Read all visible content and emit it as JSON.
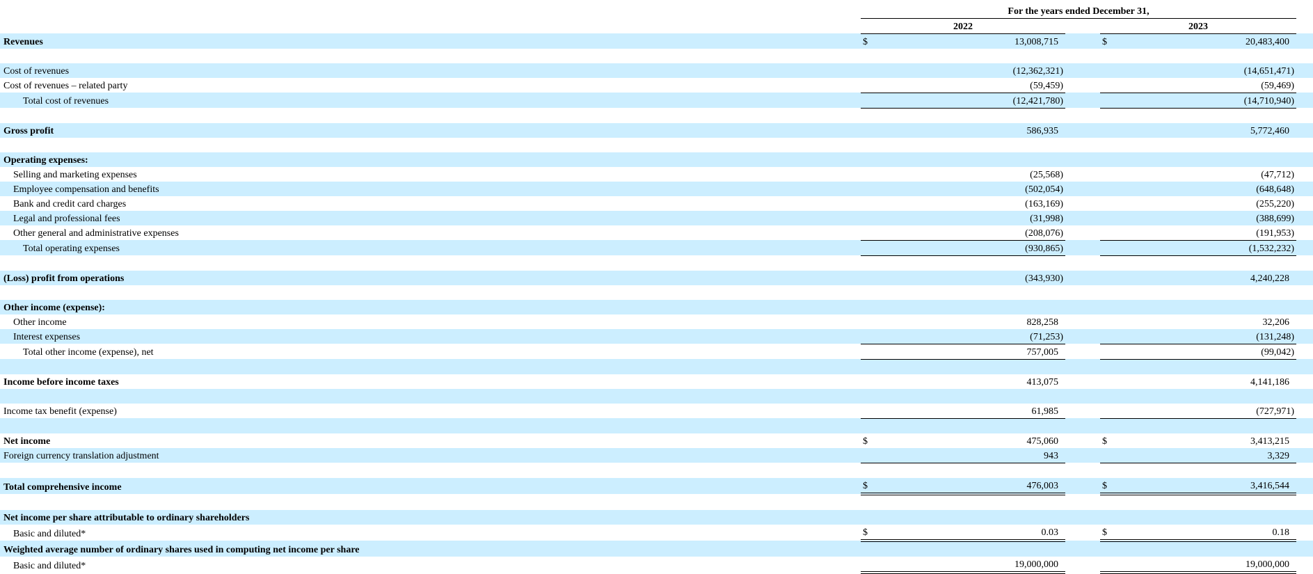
{
  "header": {
    "period_title": "For the years ended December 31,",
    "year_2022": "2022",
    "year_2023": "2023"
  },
  "colors": {
    "row_stripe_blue": "#CCEEFF",
    "row_white": "#FFFFFF",
    "rule_color": "#000000",
    "text_color": "#000000"
  },
  "rows": [
    {
      "label": "Revenues",
      "bold": true,
      "indent": 0,
      "bg": "blue",
      "d1": "$",
      "v1": "13,008,715",
      "d2": "$",
      "v2": "20,483,400",
      "border": "none"
    },
    {
      "type": "spacer",
      "bg": "white"
    },
    {
      "label": "Cost of revenues",
      "bold": false,
      "indent": 0,
      "bg": "blue",
      "d1": "",
      "v1": "(12,362,321)",
      "d2": "",
      "v2": "(14,651,471)",
      "border": "none"
    },
    {
      "label": "Cost of revenues – related party",
      "bold": false,
      "indent": 0,
      "bg": "white",
      "d1": "",
      "v1": "(59,459)",
      "d2": "",
      "v2": "(59,469)",
      "border": "single"
    },
    {
      "label": "Total cost of revenues",
      "bold": false,
      "indent": 2,
      "bg": "blue",
      "d1": "",
      "v1": "(12,421,780)",
      "d2": "",
      "v2": "(14,710,940)",
      "border": "single"
    },
    {
      "type": "spacer",
      "bg": "white"
    },
    {
      "label": "Gross profit",
      "bold": true,
      "indent": 0,
      "bg": "blue",
      "d1": "",
      "v1": "586,935",
      "d2": "",
      "v2": "5,772,460",
      "border": "none"
    },
    {
      "type": "spacer",
      "bg": "white"
    },
    {
      "label": "Operating expenses:",
      "bold": true,
      "indent": 0,
      "bg": "blue",
      "d1": "",
      "v1": "",
      "d2": "",
      "v2": "",
      "border": "none"
    },
    {
      "label": "Selling and marketing expenses",
      "bold": false,
      "indent": 1,
      "bg": "white",
      "d1": "",
      "v1": "(25,568)",
      "d2": "",
      "v2": "(47,712)",
      "border": "none"
    },
    {
      "label": "Employee compensation and benefits",
      "bold": false,
      "indent": 1,
      "bg": "blue",
      "d1": "",
      "v1": "(502,054)",
      "d2": "",
      "v2": "(648,648)",
      "border": "none"
    },
    {
      "label": "Bank and credit card charges",
      "bold": false,
      "indent": 1,
      "bg": "white",
      "d1": "",
      "v1": "(163,169)",
      "d2": "",
      "v2": "(255,220)",
      "border": "none"
    },
    {
      "label": "Legal and professional fees",
      "bold": false,
      "indent": 1,
      "bg": "blue",
      "d1": "",
      "v1": "(31,998)",
      "d2": "",
      "v2": "(388,699)",
      "border": "none"
    },
    {
      "label": "Other general and administrative expenses",
      "bold": false,
      "indent": 1,
      "bg": "white",
      "d1": "",
      "v1": "(208,076)",
      "d2": "",
      "v2": "(191,953)",
      "border": "single"
    },
    {
      "label": "Total operating expenses",
      "bold": false,
      "indent": 2,
      "bg": "blue",
      "d1": "",
      "v1": "(930,865)",
      "d2": "",
      "v2": "(1,532,232)",
      "border": "single"
    },
    {
      "type": "spacer",
      "bg": "white"
    },
    {
      "label": "(Loss) profit from operations",
      "bold": true,
      "indent": 0,
      "bg": "blue",
      "d1": "",
      "v1": "(343,930)",
      "d2": "",
      "v2": "4,240,228",
      "border": "none"
    },
    {
      "type": "spacer",
      "bg": "white"
    },
    {
      "label": "Other income (expense):",
      "bold": true,
      "indent": 0,
      "bg": "blue",
      "d1": "",
      "v1": "",
      "d2": "",
      "v2": "",
      "border": "none"
    },
    {
      "label": "Other income",
      "bold": false,
      "indent": 1,
      "bg": "white",
      "d1": "",
      "v1": "828,258",
      "d2": "",
      "v2": "32,206",
      "border": "none"
    },
    {
      "label": "Interest expenses",
      "bold": false,
      "indent": 1,
      "bg": "blue",
      "d1": "",
      "v1": "(71,253)",
      "d2": "",
      "v2": "(131,248)",
      "border": "single"
    },
    {
      "label": "Total other income (expense), net",
      "bold": false,
      "indent": 2,
      "bg": "white",
      "d1": "",
      "v1": "757,005",
      "d2": "",
      "v2": "(99,042)",
      "border": "single"
    },
    {
      "type": "spacer",
      "bg": "blue"
    },
    {
      "label": "Income before income taxes",
      "bold": true,
      "indent": 0,
      "bg": "white",
      "d1": "",
      "v1": "413,075",
      "d2": "",
      "v2": "4,141,186",
      "border": "none"
    },
    {
      "type": "spacer",
      "bg": "blue"
    },
    {
      "label": "Income tax benefit (expense)",
      "bold": false,
      "indent": 0,
      "bg": "white",
      "d1": "",
      "v1": "61,985",
      "d2": "",
      "v2": "(727,971)",
      "border": "single"
    },
    {
      "type": "spacer",
      "bg": "blue"
    },
    {
      "label": "Net income",
      "bold": true,
      "indent": 0,
      "bg": "white",
      "d1": "$",
      "v1": "475,060",
      "d2": "$",
      "v2": "3,413,215",
      "border": "none"
    },
    {
      "label": "Foreign currency translation adjustment",
      "bold": false,
      "indent": 0,
      "bg": "blue",
      "d1": "",
      "v1": "943",
      "d2": "",
      "v2": "3,329",
      "border": "single"
    },
    {
      "type": "spacer",
      "bg": "white"
    },
    {
      "label": "Total comprehensive income",
      "bold": true,
      "indent": 0,
      "bg": "blue",
      "d1": "$",
      "v1": "476,003",
      "d2": "$",
      "v2": "3,416,544",
      "border": "double"
    },
    {
      "type": "spacer",
      "bg": "white"
    },
    {
      "label": "Net income per share attributable to ordinary shareholders",
      "bold": true,
      "indent": 0,
      "bg": "blue",
      "d1": "",
      "v1": "",
      "d2": "",
      "v2": "",
      "border": "none"
    },
    {
      "label": "Basic and diluted*",
      "bold": false,
      "indent": 1,
      "bg": "white",
      "d1": "$",
      "v1": "0.03",
      "d2": "$",
      "v2": "0.18",
      "border": "double"
    },
    {
      "label": "Weighted average number of ordinary shares used in computing net income per share",
      "bold": true,
      "indent": 0,
      "bg": "blue",
      "d1": "",
      "v1": "",
      "d2": "",
      "v2": "",
      "border": "none"
    },
    {
      "label": "Basic and diluted*",
      "bold": false,
      "indent": 1,
      "bg": "white",
      "d1": "",
      "v1": "19,000,000",
      "d2": "",
      "v2": "19,000,000",
      "border": "double"
    }
  ]
}
